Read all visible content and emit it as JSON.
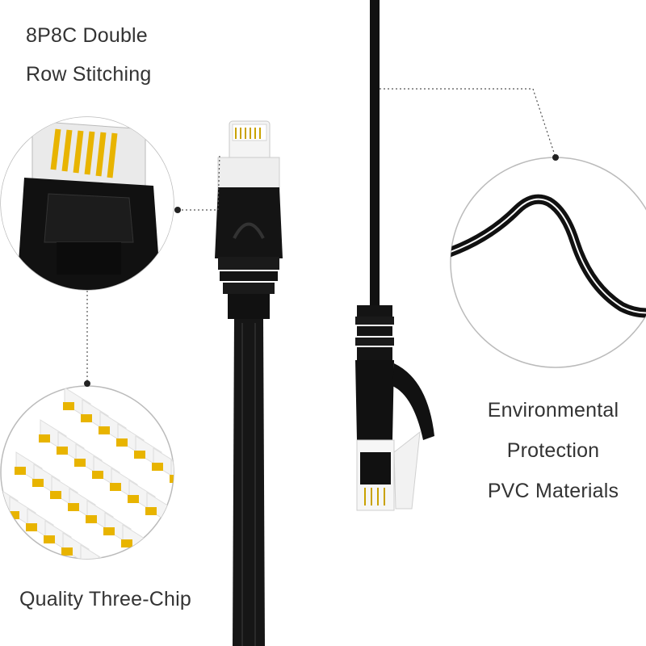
{
  "captions": {
    "top_left": [
      "8P8C Double",
      "Row Stitching"
    ],
    "bottom_left": "Quality Three-Chip",
    "right": [
      "Environmental",
      "Protection",
      "PVC Materials"
    ]
  },
  "colors": {
    "cable": "#111111",
    "gold": "#e8b400",
    "callout_line": "#555555"
  }
}
